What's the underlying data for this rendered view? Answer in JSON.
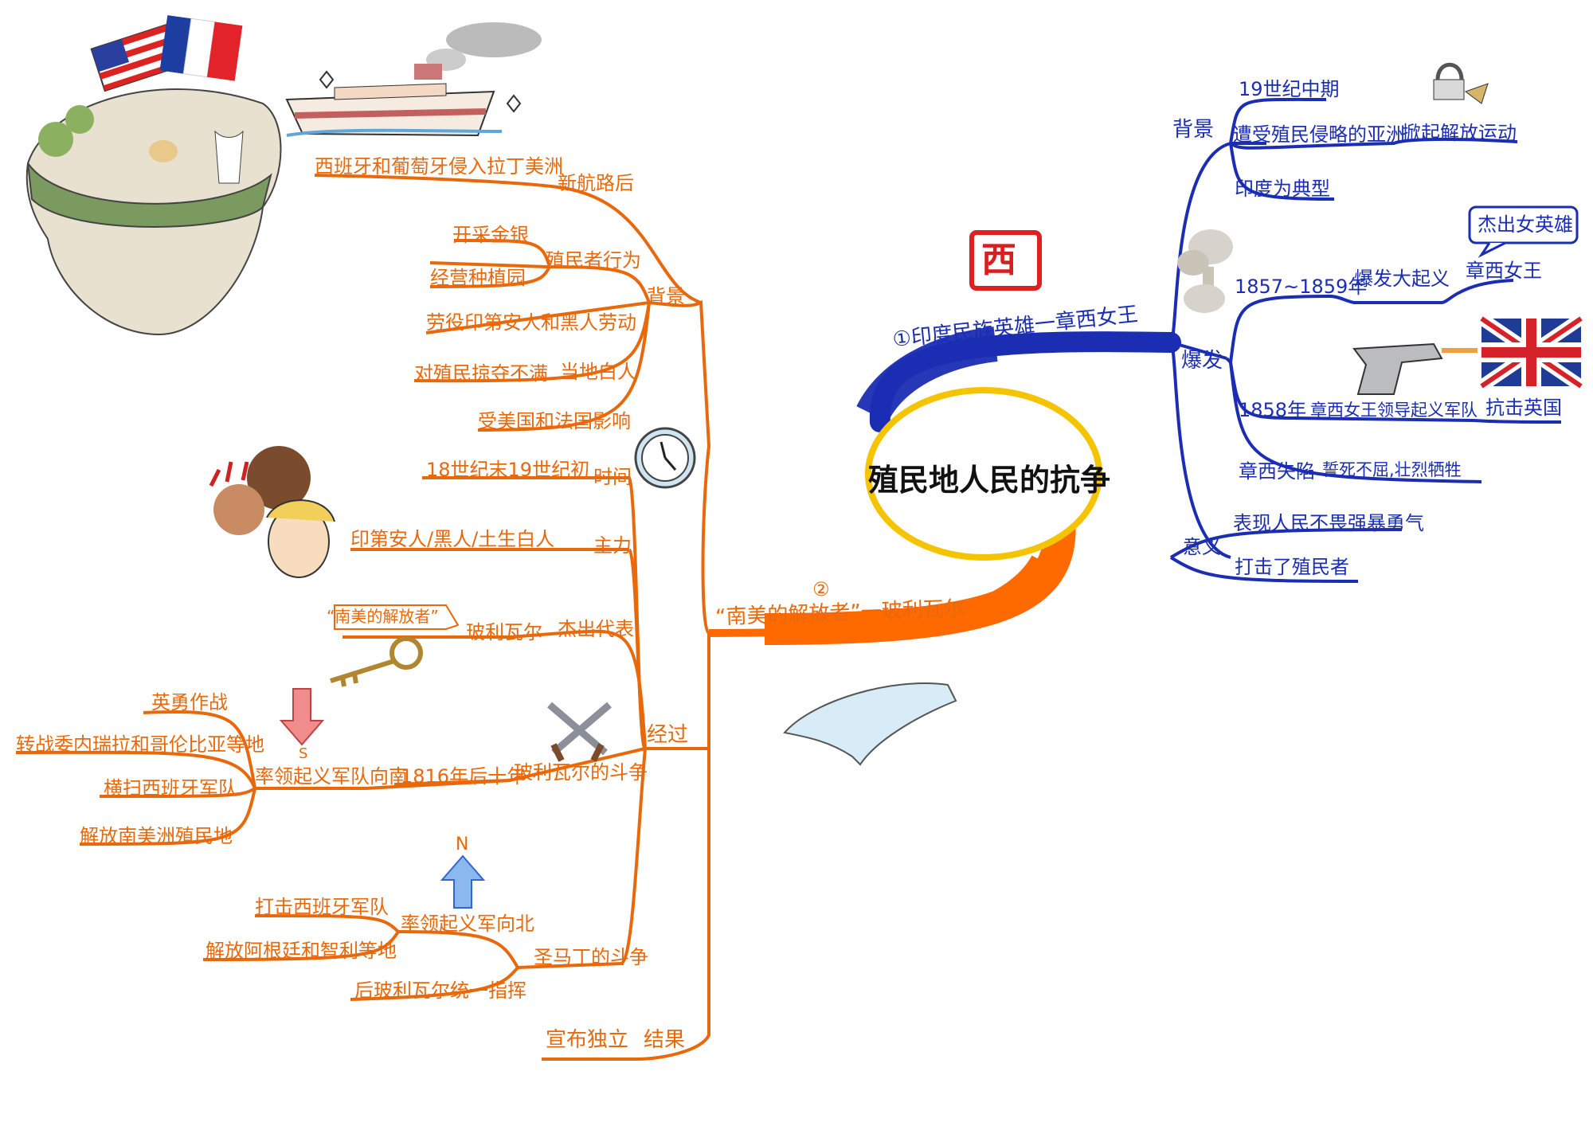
{
  "center": {
    "title": "殖民地人民的抗争"
  },
  "seal": {
    "char": "西"
  },
  "india": {
    "main": "①印度民族英雄一章西女王",
    "bg": "背景",
    "bg_1": "19世纪中期",
    "bg_2": "遭受殖民侵略的亚洲",
    "bg_2b": "掀起解放运动",
    "bg_3": "印度为典型",
    "outbreak": "爆发",
    "callout": "杰出女英雄",
    "y1": "1857~1859年",
    "y1a": "爆发大起义",
    "y1b": "章西女王",
    "y2": "1858年",
    "y2a": "章西女王领导起义军队",
    "y2b": "抗击英国",
    "fall": "章西失陷",
    "fall_b": "誓死不屈,壮烈牺牲",
    "meaning": "意义",
    "m1": "表现人民不畏强暴勇气",
    "m2": "打击了殖民者"
  },
  "latam": {
    "main_num": "②",
    "main": "“南美的解放者”一玻利瓦尔",
    "bg": "背景",
    "route": "新航路后",
    "route_a": "西班牙和葡萄牙侵入拉丁美洲",
    "colonist": "殖民者行为",
    "col_a": "开采金银",
    "col_b": "经营种植园",
    "labor": "劳役印第安人和黑人劳动",
    "whites": "当地白人",
    "whites_a": "对殖民掠夺不满",
    "influence": "受美国和法国影响",
    "process": "经过",
    "time": "时间",
    "time_a": "18世纪末19世纪初",
    "force": "主力",
    "force_a": "印第安人/黑人/土生白人",
    "rep": "杰出代表",
    "rep_a": "玻利瓦尔",
    "quote": "“南美的解放者”",
    "bolivar": "玻利瓦尔的斗争",
    "year": "1816年后十年",
    "south": "率领起义军队向南",
    "s1": "英勇作战",
    "s2": "转战委内瑞拉和哥伦比亚等地",
    "s3": "横扫西班牙军队",
    "s4": "解放南美洲殖民地",
    "s_label": "S",
    "sanmartin": "圣马丁的斗争",
    "north": "率领起义军向北",
    "n1": "打击西班牙军队",
    "n2": "解放阿根廷和智利等地",
    "n_label": "N",
    "unify": "后玻利瓦尔统一指挥",
    "result": "结果",
    "result_a": "宣布独立"
  },
  "colors": {
    "orange": "#e8690b",
    "blue": "#1a2db3",
    "yellow": "#f5c400",
    "center_outline": "#f5c400"
  }
}
